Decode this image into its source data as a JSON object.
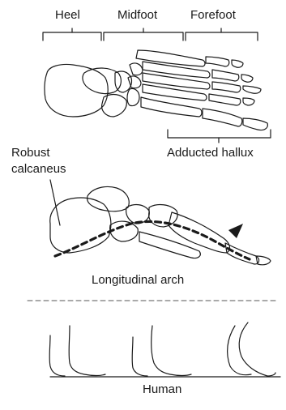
{
  "labels": {
    "heel": "Heel",
    "midfoot": "Midfoot",
    "forefoot": "Forefoot",
    "adducted_hallux": "Adducted hallux",
    "robust_calcaneus_line1": "Robust",
    "robust_calcaneus_line2": "calcaneus",
    "longitudinal_arch": "Longitudinal arch",
    "human": "Human"
  },
  "colors": {
    "stroke": "#1a1a1a",
    "background": "#ffffff",
    "divider": "#555555"
  },
  "icons": [
    "arrowhead-icon"
  ]
}
